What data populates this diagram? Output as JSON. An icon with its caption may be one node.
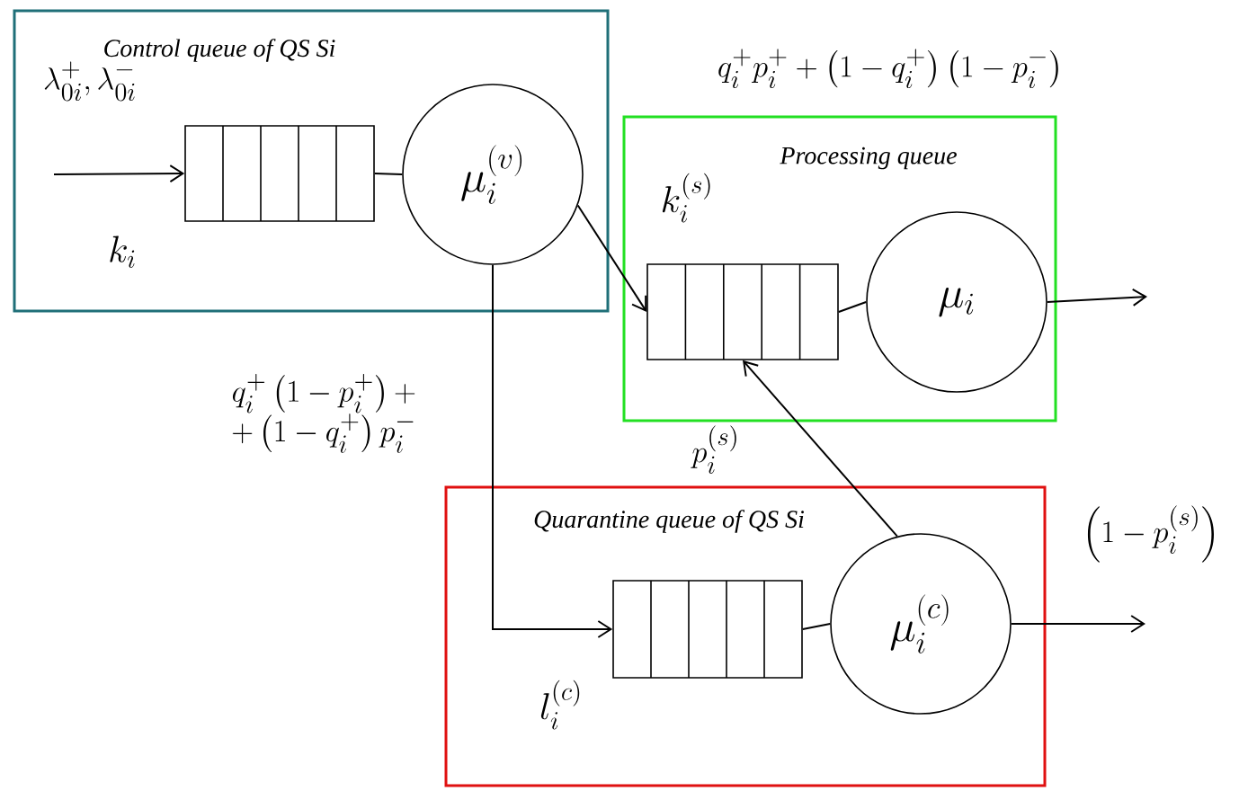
{
  "diagram": {
    "nodes": [
      {
        "text": [
          "Control queue of QS Si"
        ]
      },
      {
        "text": [],
        "shape": "box",
        "in": 0,
        "beside": [
          "k_i"
        ]
      },
      {
        "text": [
          "\\mu_i^{(v)}"
        ],
        "in": 0
      },
      {
        "text": [
          "Processing queue"
        ]
      },
      {
        "text": [],
        "shape": "box",
        "in": 3,
        "beside": [
          "k_i^{(s)}"
        ]
      },
      {
        "text": [
          "\\mu_i"
        ],
        "in": 3
      },
      {
        "text": [
          "Quarantine queue of QS Si"
        ]
      },
      {
        "text": [],
        "shape": "box",
        "in": 6,
        "beside": [
          "l_i^{(c)}"
        ]
      },
      {
        "text": [
          "\\mu_i^{(c)}"
        ],
        "in": 6
      }
    ],
    "edges": [
      {
        "from": null,
        "to": 1,
        "arrow": "to",
        "label": "\\lambda_{0i}^{+}, \\lambda_{0i}^{-}"
      },
      {
        "from": 1,
        "to": 2,
        "arrow": "none"
      },
      {
        "from": 2,
        "to": 4,
        "arrow": "to"
      },
      {
        "from": 4,
        "to": 5,
        "arrow": "none"
      },
      {
        "from": 5,
        "to": null,
        "arrow": "to"
      },
      {
        "from": 2,
        "to": 7,
        "arrow": "to",
        "label": "\\begin{array}{r} q_i^{+}\\left(1-p_i^{+}\\right)+ \\\\ +\\left(1-q_i^{+}\\right)p_i^{-} \\end{array}"
      },
      {
        "from": 7,
        "to": 8,
        "arrow": "none"
      },
      {
        "from": 8,
        "to": 4,
        "arrow": "to",
        "label": "p_i^{(s)}"
      },
      {
        "from": 8,
        "to": null,
        "arrow": "to",
        "label": "\\left(1-p_i^{(s)}\\right)"
      }
    ],
    "labels": [
      "q_i^{+} p_i^{+} + \\left(1-q_i^{+}\\right)\\left(1-p_i^{-}\\right)"
    ]
  }
}
